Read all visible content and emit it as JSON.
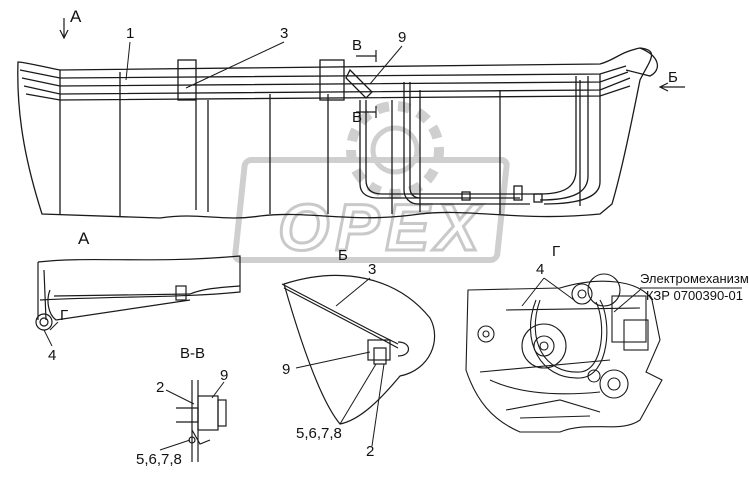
{
  "labels": {
    "view_a": "А",
    "view_b": "Б",
    "view_v_top": "В",
    "view_v_bottom": "В",
    "view_g": "Г",
    "detail_a_title": "А",
    "detail_b_title": "Б",
    "detail_g_title": "Г",
    "detail_vv_title": "В-В",
    "g_marker": "Г",
    "n1": "1",
    "n3_main": "3",
    "n9_main": "9",
    "n4_a": "4",
    "n3_b": "3",
    "n9_b": "9",
    "n5678_b": "5,6,7,8",
    "n2_b": "2",
    "n2_vv": "2",
    "n9_vv": "9",
    "n5678_vv": "5,6,7,8",
    "n4_g": "4",
    "electro_title": "Электромеханизм",
    "electro_code": "КЗР 0700390-01"
  },
  "watermark": "OPEX",
  "colors": {
    "line": "#1a1a1a",
    "watermark": "#d6d6d6"
  }
}
